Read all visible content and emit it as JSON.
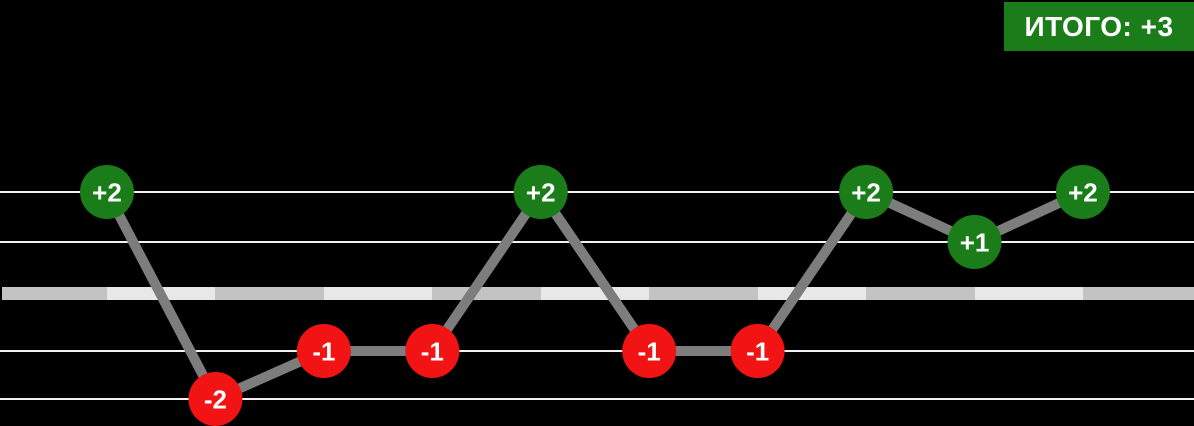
{
  "badge": {
    "label": "ИТОГО: +3",
    "total": 3,
    "bg_color": "#1a7d1a",
    "text_color": "#ffffff"
  },
  "chart_data": {
    "type": "line",
    "title": "",
    "xlabel": "",
    "ylabel": "",
    "x": [
      1,
      2,
      3,
      4,
      5,
      6,
      7,
      8,
      9,
      10
    ],
    "values": [
      2,
      -2,
      -1,
      -1,
      2,
      -1,
      -1,
      2,
      1,
      2
    ],
    "points": [
      {
        "label": "+2",
        "value": 2
      },
      {
        "label": "-2",
        "value": -2
      },
      {
        "label": "-1",
        "value": -1
      },
      {
        "label": "-1",
        "value": -1
      },
      {
        "label": "+2",
        "value": 2
      },
      {
        "label": "-1",
        "value": -1
      },
      {
        "label": "-1",
        "value": -1
      },
      {
        "label": "+2",
        "value": 2
      },
      {
        "label": "+1",
        "value": 1
      },
      {
        "label": "+2",
        "value": 2
      }
    ],
    "total": 3,
    "total_label": "ИТОГО: +3",
    "ylim": [
      -2,
      2
    ],
    "grid": true,
    "gridline_levels": [
      2,
      1,
      -1,
      -2
    ],
    "zero_band": true,
    "legend": "none",
    "colors": {
      "background": "#000000",
      "positive_marker": "#1a7d1a",
      "negative_marker": "#f21414",
      "marker_text": "#ffffff",
      "line": "#7d7d7d",
      "gridline": "#f2f2f2",
      "zero_band_dark": "#c3c3c3",
      "zero_band_light": "#e8e8e8"
    }
  }
}
